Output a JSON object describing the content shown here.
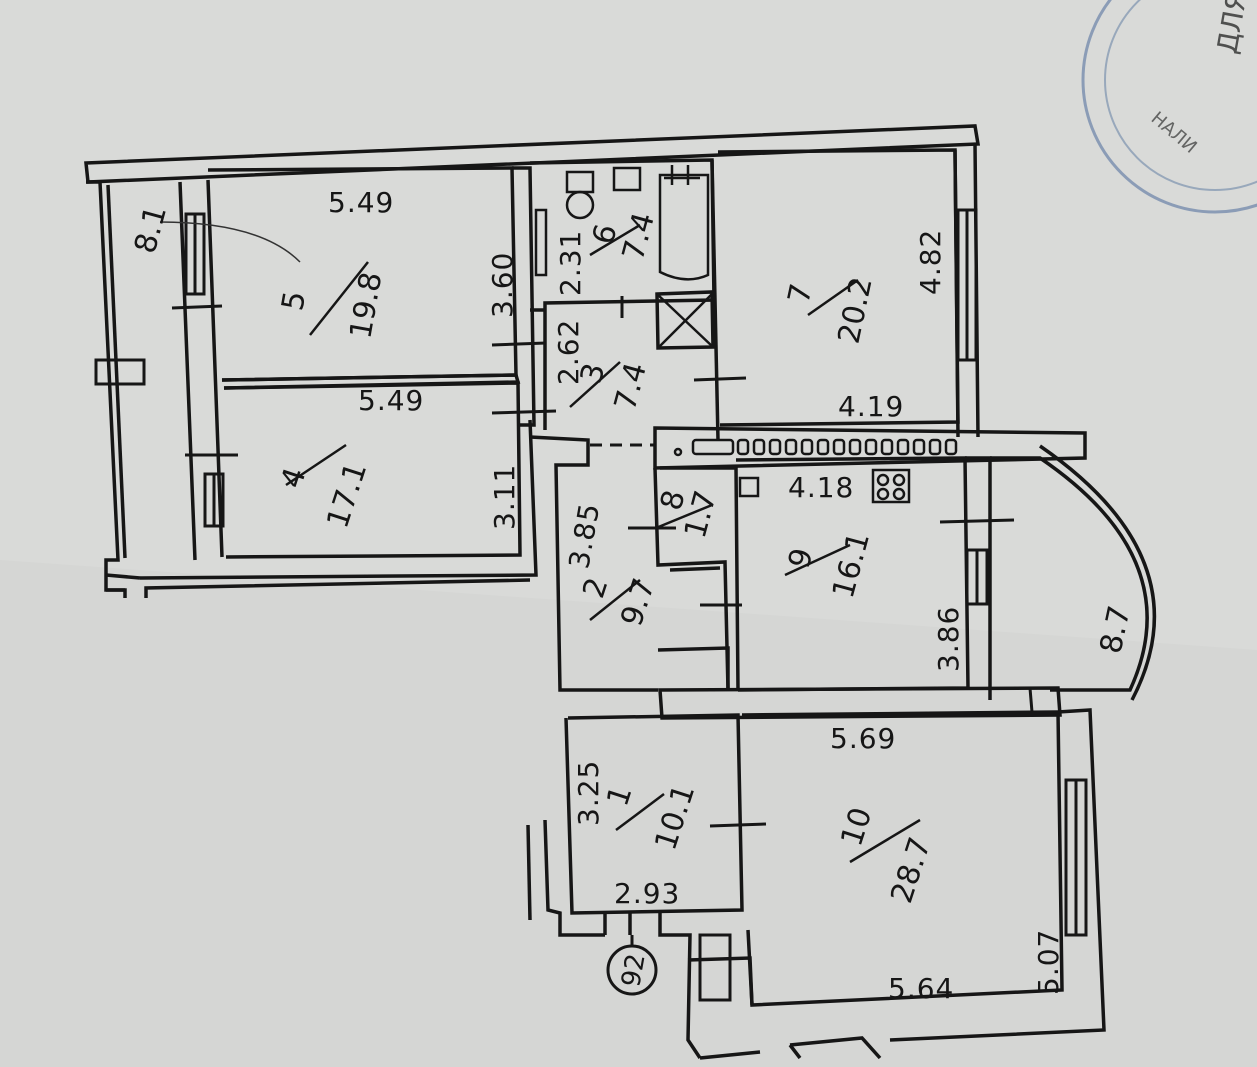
{
  "stamp": {
    "text": "ДЛЯ КО",
    "text2": "НАЛИ"
  },
  "plan_number": "92",
  "rooms": [
    {
      "id": "r1",
      "number": "1",
      "area": "10.1"
    },
    {
      "id": "r2",
      "number": "2",
      "area": "9.7"
    },
    {
      "id": "r3",
      "number": "3",
      "area": "7.4"
    },
    {
      "id": "r4",
      "number": "4",
      "area": "17.1"
    },
    {
      "id": "r5",
      "number": "5",
      "area": "19.8"
    },
    {
      "id": "r6",
      "number": "6",
      "area": "7.4"
    },
    {
      "id": "r7",
      "number": "7",
      "area": "20.2"
    },
    {
      "id": "r8",
      "number": "8",
      "area": "1.7"
    },
    {
      "id": "r9",
      "number": "9",
      "area": "16.1"
    },
    {
      "id": "r10",
      "number": "10",
      "area": "28.7"
    }
  ],
  "balconies": [
    {
      "id": "b1",
      "area": "8.1"
    },
    {
      "id": "b2",
      "area": "8.7"
    }
  ],
  "dimensions": {
    "d1": "5.49",
    "d2": "3.60",
    "d3": "5.49",
    "d4": "3.11",
    "d5": "2.31",
    "d6": "2.62",
    "d7": "4.82",
    "d8": "4.19",
    "d9": "4.18",
    "d10": "3.86",
    "d11": "3.85",
    "d12": "5.69",
    "d13": "3.25",
    "d14": "2.93",
    "d15": "5.64",
    "d16": "5.07"
  },
  "colors": {
    "paper": "#d9dad8",
    "ink": "#161616",
    "stamp": "#4a6a9a"
  }
}
